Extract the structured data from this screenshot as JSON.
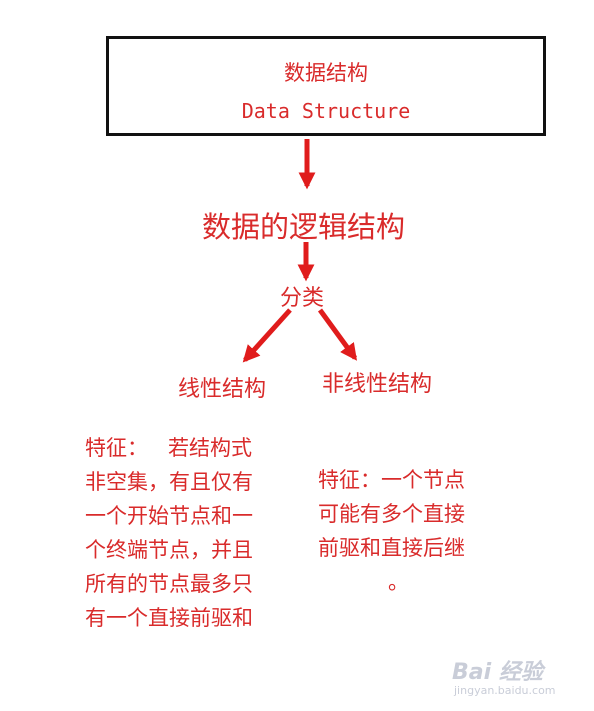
{
  "top_box": {
    "title": "数据结构",
    "subtitle": "Data Structure"
  },
  "logical_structure": "数据的逻辑结构",
  "classification": "分类",
  "linear_structure": "线性结构",
  "nonlinear_structure": "非线性结构",
  "linear_description": [
    "特征：   若结构式",
    "非空集，有且仅有",
    "一个开始节点和一",
    "个终端节点，并且",
    "所有的节点最多只",
    "有一个直接前驱和"
  ],
  "nonlinear_description": [
    "特征：一个节点",
    "可能有多个直接",
    "前驱和直接后继",
    "。"
  ],
  "watermark": {
    "logo": "Bai  经验",
    "url": "jingyan.baidu.com"
  },
  "colors": {
    "text_red": "#d92b2b",
    "arrow_red": "#e01c1c",
    "box_border": "#111111"
  }
}
